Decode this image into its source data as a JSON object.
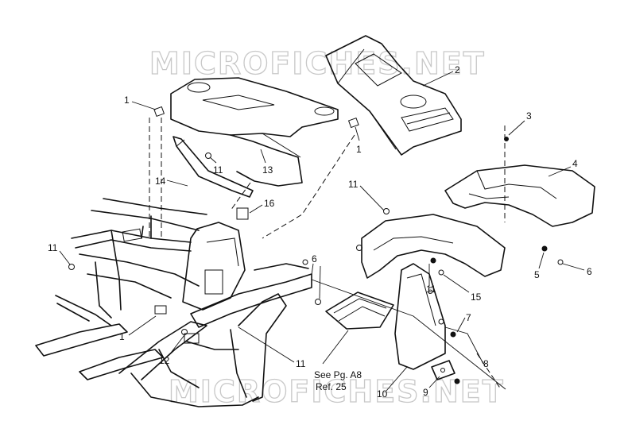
{
  "watermarks": [
    "MICROFICHES.NET",
    "MICROFICHES.NET"
  ],
  "callouts": [
    "1",
    "2",
    "3",
    "4",
    "1",
    "11",
    "13",
    "14",
    "16",
    "11",
    "11",
    "6",
    "5",
    "6",
    "11",
    "5",
    "15",
    "7",
    "1",
    "12",
    "11",
    "8",
    "10",
    "9"
  ],
  "reference_note": {
    "line1": "See Pg. A8",
    "line2": "Ref. 25"
  },
  "colors": {
    "ink": "#111111",
    "watermark": "#c8c8c8",
    "background": "#ffffff"
  }
}
